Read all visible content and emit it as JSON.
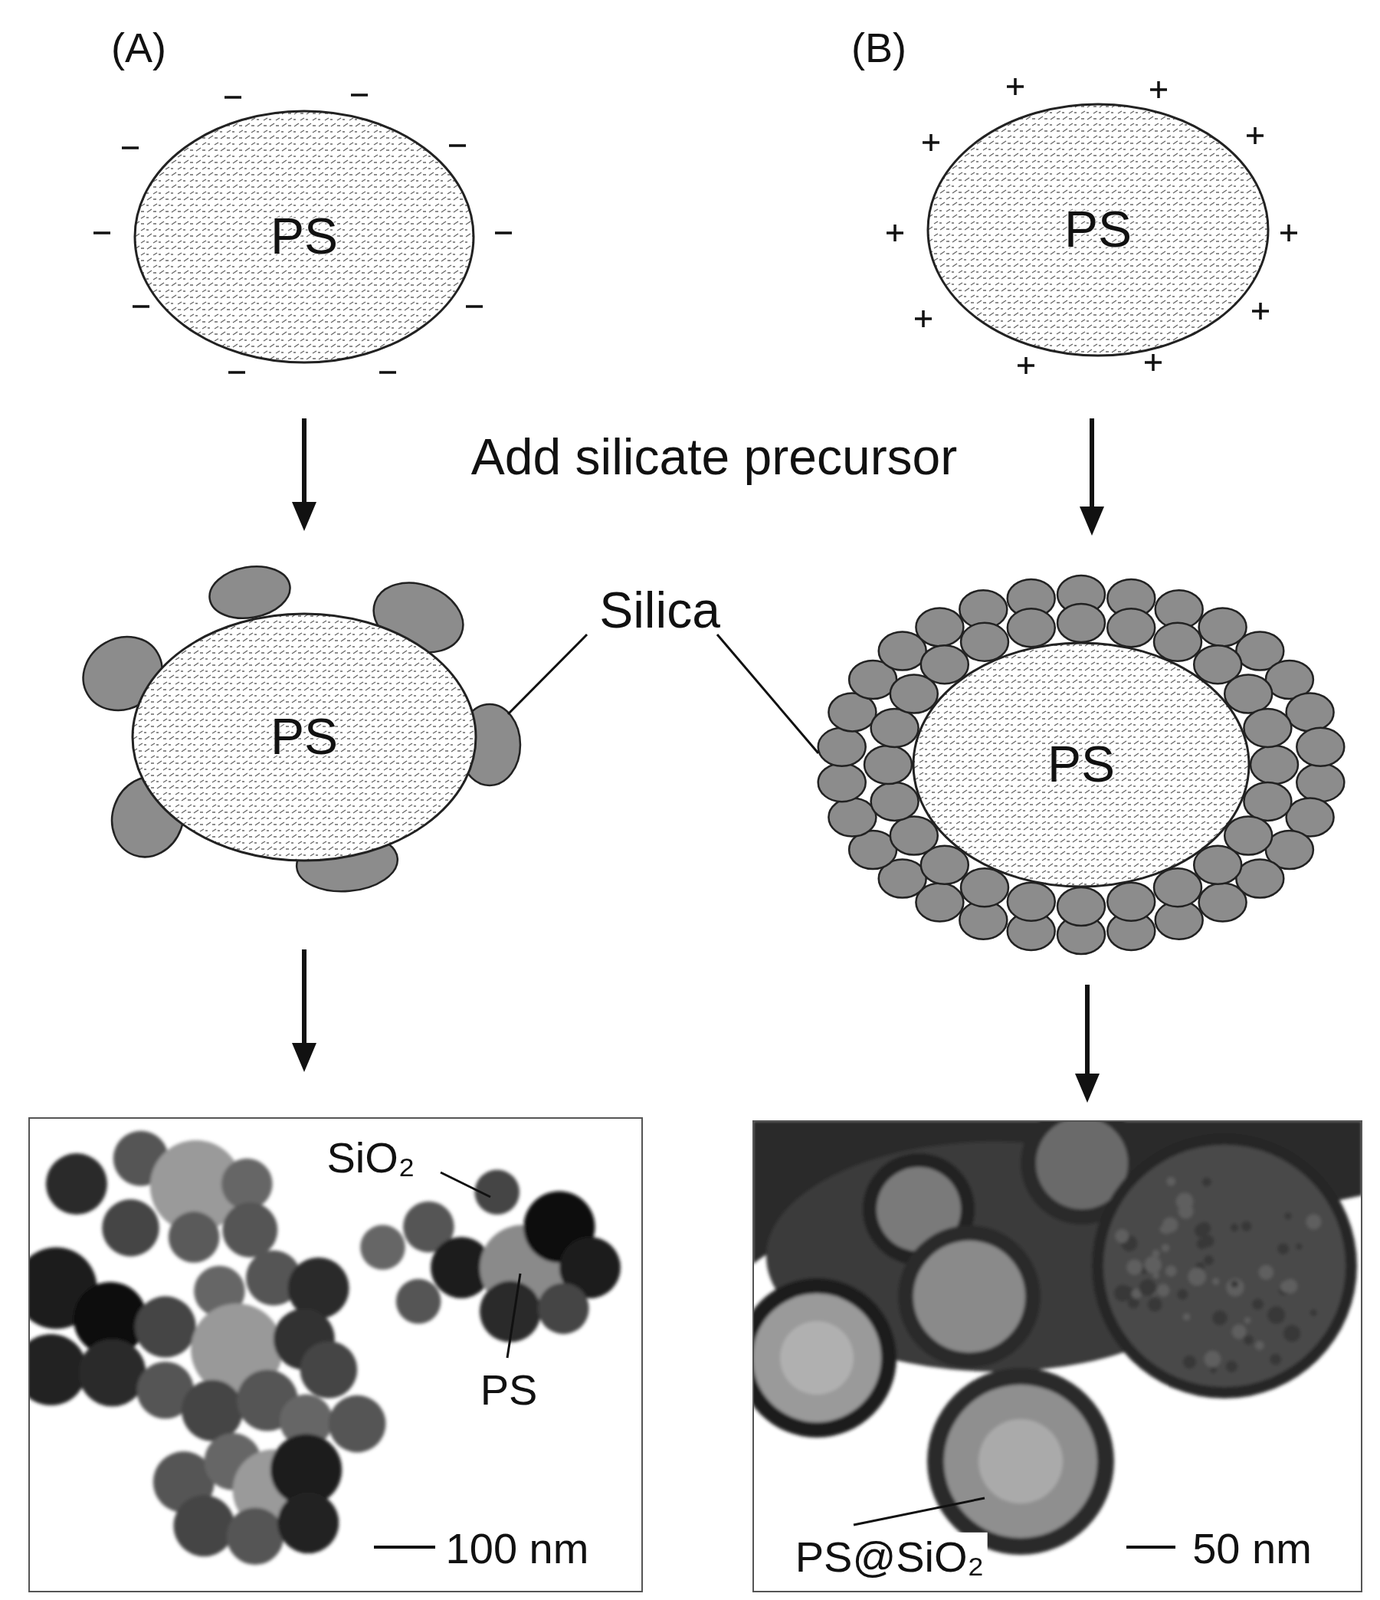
{
  "diagram": {
    "nodes": [
      {
        "text": [
          "PS"
        ]
      },
      {
        "text": [
          "PS"
        ]
      },
      {
        "text": [
          "PS"
        ]
      },
      {
        "text": [
          "PS"
        ]
      },
      {
        "text": [
          "SiO₂",
          "PS",
          "100 nm"
        ]
      },
      {
        "text": [
          "PS@SiO₂",
          "50 nm"
        ]
      }
    ],
    "edges": [
      {
        "from": 0,
        "to": 2,
        "arrow": "to"
      },
      {
        "from": 1,
        "to": 3,
        "arrow": "to"
      },
      {
        "from": 2,
        "to": 4,
        "arrow": "to"
      },
      {
        "from": 3,
        "to": 5,
        "arrow": "to"
      }
    ],
    "labels": [
      "(A)",
      "(B)",
      "Add silicate precursor",
      "Silica"
    ]
  }
}
